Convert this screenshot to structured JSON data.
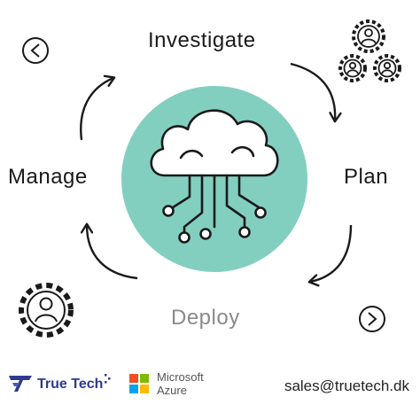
{
  "cycle": {
    "stages": {
      "investigate": "Investigate",
      "plan": "Plan",
      "deploy": "Deploy",
      "manage": "Manage"
    },
    "deploy_color": "#8a8a8a"
  },
  "center": {
    "icon": "cloud-circuit-icon",
    "background": "#82cfc0"
  },
  "icons": {
    "team": "team-gears-icon",
    "user": "user-gear-icon",
    "prev": "chevron-left-circle-icon",
    "next": "chevron-right-circle-icon",
    "arrow": "curved-arrow-icon"
  },
  "footer": {
    "truetech_name": "True Tech",
    "ms_line1": "Microsoft",
    "ms_line2": "Azure",
    "email": "sales@truetech.dk",
    "colors": {
      "truetech": "#2e3a8c",
      "ms_red": "#f25022",
      "ms_green": "#7fba00",
      "ms_blue": "#00a4ef",
      "ms_yellow": "#ffb900"
    }
  }
}
